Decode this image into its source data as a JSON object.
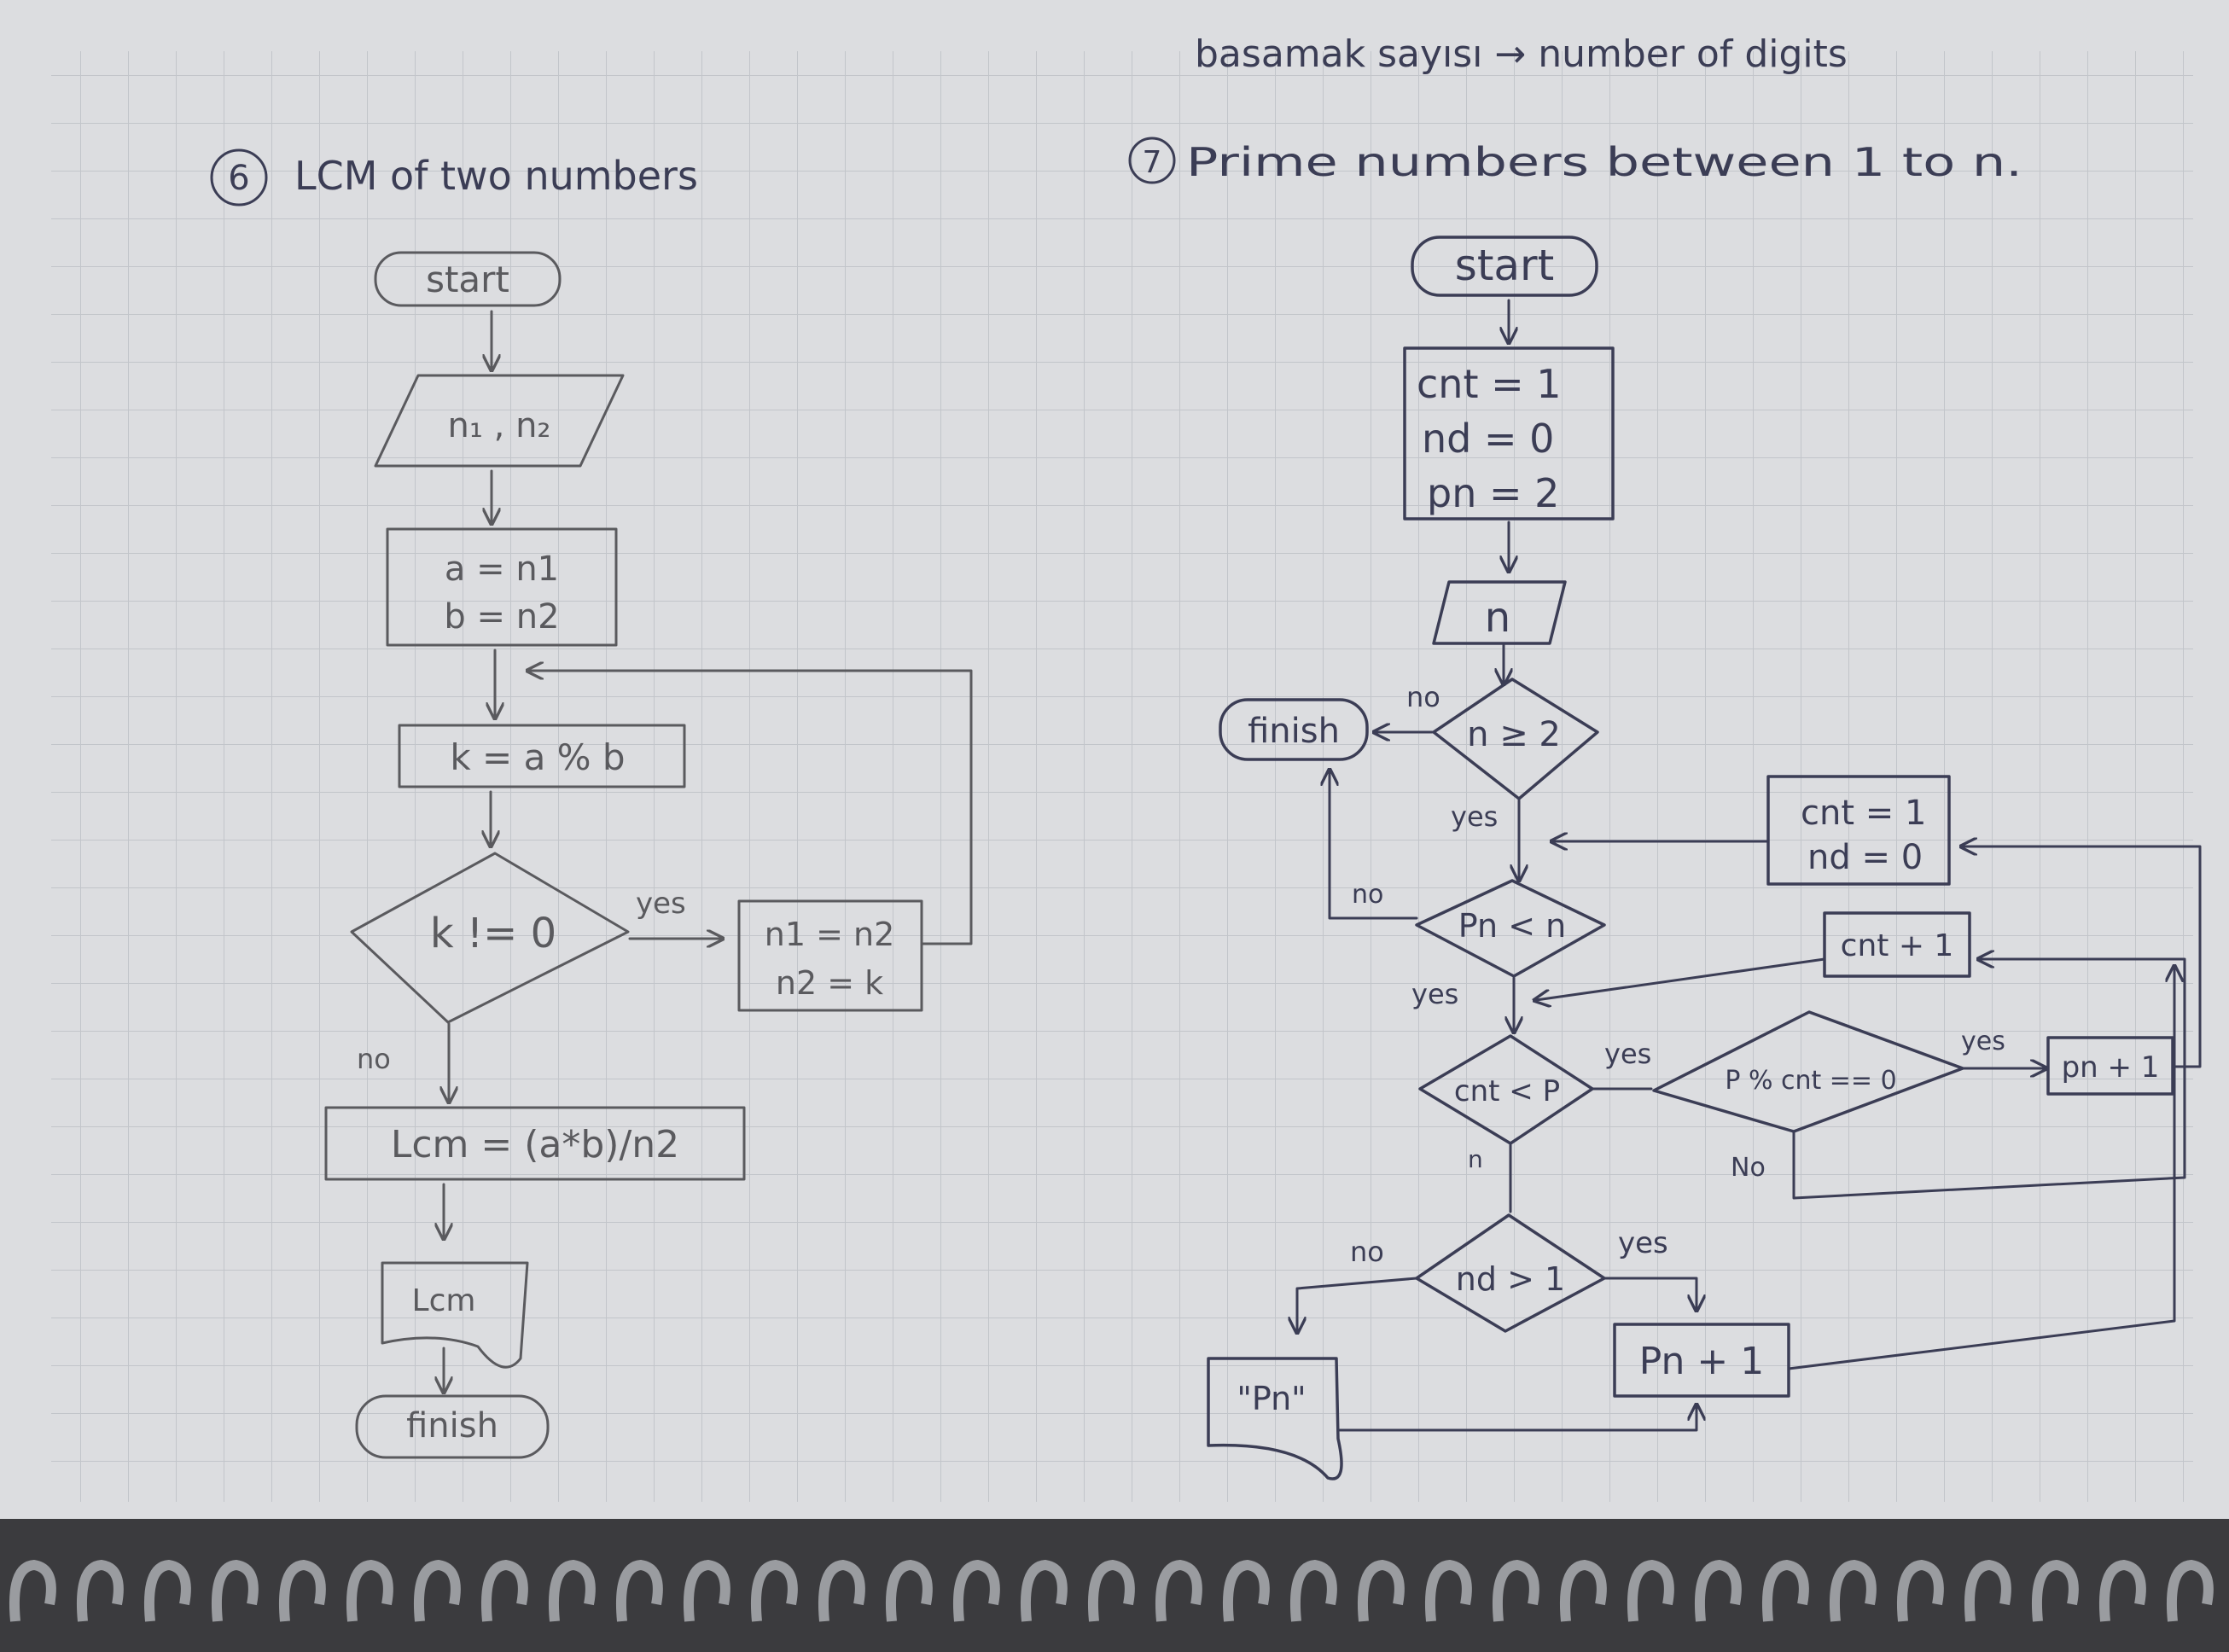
{
  "note": {
    "header": "basamak sayısı → number of digits",
    "lcm": {
      "title_number": "6",
      "title": "LCM of two numbers",
      "start": "start",
      "input": "n₁ , n₂",
      "assign": [
        "a = n1",
        "b = n2"
      ],
      "mod": "k = a % b",
      "condition": "k != 0",
      "yes": "yes",
      "no": "no",
      "swap": [
        "n1 = n2",
        "n2 = k"
      ],
      "result": "Lcm = (a*b)/n2",
      "output": "Lcm",
      "finish": "finish"
    },
    "prime": {
      "title_number": "7",
      "title": "Prime numbers between 1 to n.",
      "start": "start",
      "init": [
        "cnt = 1",
        "nd = 0",
        "pn = 2"
      ],
      "input": "n",
      "cond1": "n ≥ 2",
      "finish": "finish",
      "no1": "no",
      "yes1": "yes",
      "reset": [
        "cnt = 1",
        "nd = 0"
      ],
      "cond2": "Pn < n",
      "no2": "no",
      "yes2": "yes",
      "cnt_inc": "cnt + 1",
      "cond3": "cnt < P",
      "yes3": "yes",
      "n3": "n",
      "cond4": "P % cnt == 0",
      "yes4": "yes",
      "no4": "No",
      "pn_inc": "pn + 1",
      "cond5": "nd > 1",
      "no5": "no",
      "yes5": "yes",
      "pn_plus": "Pn + 1",
      "output": "\"Pn\""
    }
  }
}
